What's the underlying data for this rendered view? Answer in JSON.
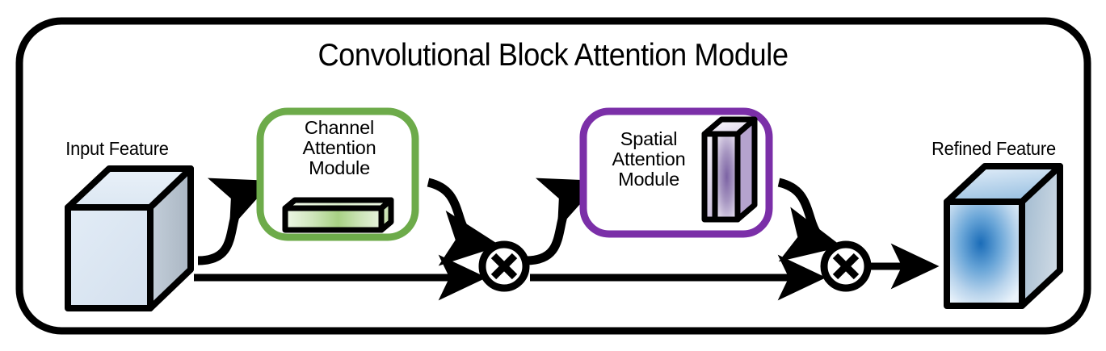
{
  "figure": {
    "title": "Convolutional Block Attention Module",
    "type": "architecture-block-diagram"
  },
  "nodes": {
    "input_feature": {
      "label": "Input Feature",
      "shape": "cube-3d",
      "fill": "#dde7f2"
    },
    "channel_module": {
      "label": "Channel\nAttention\nModule",
      "border_color": "#6dab4a",
      "icon_shape": "flat-bar-3d",
      "icon_fill_from": "#ecf5e4",
      "icon_fill_to": "#9cc87a"
    },
    "spatial_module": {
      "label": "Spatial\nAttention\nModule",
      "border_color": "#7b2fa8",
      "icon_shape": "plane-slab-3d",
      "icon_fill_from": "#f2eef7",
      "icon_fill_to": "#8a6aaa"
    },
    "refined_feature": {
      "label": "Refined Feature",
      "shape": "cube-3d",
      "fill_center": "#1c6fbb",
      "fill_edge": "#eaf2fb"
    }
  },
  "operators": [
    {
      "name": "multiply-1",
      "symbol": "⊗"
    },
    {
      "name": "multiply-2",
      "symbol": "⊗"
    }
  ],
  "colors": {
    "stroke": "#000000",
    "background": "#ffffff",
    "green": "#6dab4a",
    "purple": "#7b2fa8",
    "feature_blue": "#dde7f2"
  }
}
